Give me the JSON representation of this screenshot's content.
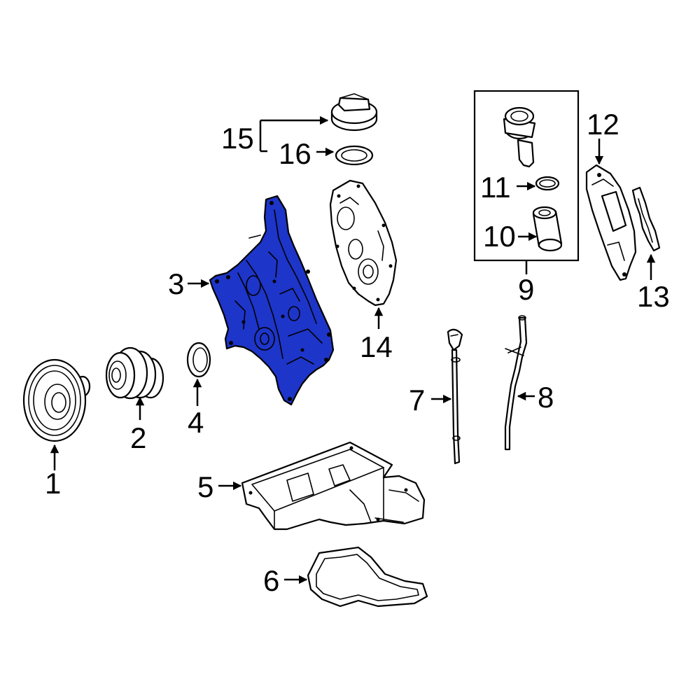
{
  "diagram": {
    "highlight_color": "#1d35c9",
    "highlighted_part": "3",
    "callouts": [
      {
        "id": "1",
        "text": "1"
      },
      {
        "id": "2",
        "text": "2"
      },
      {
        "id": "3",
        "text": "3"
      },
      {
        "id": "4",
        "text": "4"
      },
      {
        "id": "5",
        "text": "5"
      },
      {
        "id": "6",
        "text": "6"
      },
      {
        "id": "7",
        "text": "7"
      },
      {
        "id": "8",
        "text": "8"
      },
      {
        "id": "9",
        "text": "9"
      },
      {
        "id": "10",
        "text": "10"
      },
      {
        "id": "11",
        "text": "11"
      },
      {
        "id": "12",
        "text": "12"
      },
      {
        "id": "13",
        "text": "13"
      },
      {
        "id": "14",
        "text": "14"
      },
      {
        "id": "15",
        "text": "15"
      },
      {
        "id": "16",
        "text": "16"
      }
    ]
  }
}
